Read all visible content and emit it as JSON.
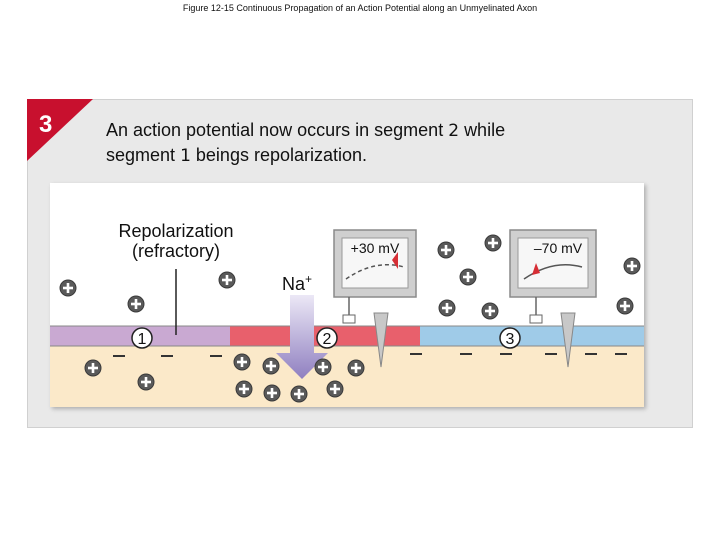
{
  "figure_title": "Figure 12-15  Continuous Propagation of an Action Potential along an Unmyelinated Axon",
  "step": {
    "number": "3"
  },
  "caption": {
    "part1": "An action potential now occurs in segment",
    "glyph1": "2",
    "part2": "while",
    "part3": "segment",
    "glyph2": "1",
    "part4": "beings repolarization."
  },
  "labels": {
    "repolarization_line1": "Repolarization",
    "repolarization_line2": "(refractory)",
    "sodium": "Na",
    "sodium_sup": "+"
  },
  "meters": [
    {
      "reading": "+30 mV"
    },
    {
      "reading": "–70 mV"
    }
  ],
  "segments": [
    {
      "number": "1",
      "color": "#c9a9d2"
    },
    {
      "number": "2",
      "color": "#e8606c"
    },
    {
      "number": "3",
      "color": "#9fcbe8"
    }
  ],
  "colors": {
    "step_badge": "#c8102e",
    "cytoplasm": "#fbe9c9",
    "needle": "#c8c8c8",
    "arrow": "#9f8fc9"
  }
}
